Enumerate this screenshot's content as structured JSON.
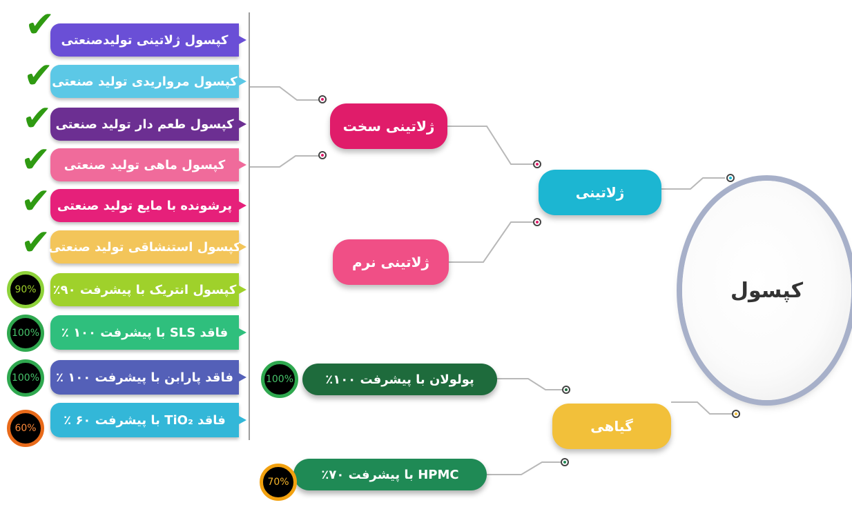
{
  "root": {
    "label": "کپسول"
  },
  "gelatin": {
    "label": "ژلاتینی",
    "hard": {
      "label": "ژلاتینی سخت"
    },
    "soft": {
      "label": "ژلاتینی نرم"
    }
  },
  "herbal": {
    "label": "گیاهی",
    "pullulan": {
      "label": "پولولان با پیشرفت ۱۰۰٪",
      "progress": "100%",
      "color": "#1e6b3c"
    },
    "hpmc": {
      "label": "HPMC با پیشرفت ۷۰٪",
      "progress": "70%",
      "color": "#1f8a55"
    }
  },
  "items": [
    {
      "label": "کپسول ژلاتینی تولیدصنعتی",
      "status": "check",
      "color": "#6a4fd6"
    },
    {
      "label": "کپسول مرواریدی تولید صنعتی",
      "status": "check",
      "color": "#5cc8e6"
    },
    {
      "label": "کپسول طعم دار تولید صنعتی",
      "status": "check",
      "color": "#6c2f92"
    },
    {
      "label": "کپسول ماهی تولید صنعتی",
      "status": "check",
      "color": "#f06b9b"
    },
    {
      "label": "پرشونده با مایع تولید صنعتی",
      "status": "check",
      "color": "#e6207a"
    },
    {
      "label": "کپسول استنشاقی تولید صنعتی",
      "status": "check",
      "color": "#f3c55a"
    },
    {
      "label": "کپسول انتریک با پیشرفت ۹۰٪",
      "status": "progress",
      "progress": "90%",
      "color": "#9fd12b"
    },
    {
      "label": "فاقد SLS با پیشرفت ۱۰۰ ٪",
      "status": "progress",
      "progress": "100%",
      "color": "#2fbf7d"
    },
    {
      "label": "فاقد پارابن  با پیشرفت ۱۰۰ ٪",
      "status": "progress",
      "progress": "100%",
      "color": "#5460b8"
    },
    {
      "label": "فاقد TiO₂ با پیشرفت ۶۰ ٪",
      "status": "progress",
      "progress": "60%",
      "color": "#33b7d8"
    }
  ],
  "colors": {
    "hard_node": "#e01c6a",
    "soft_node": "#f04f86",
    "gelatin_node": "#1cb6d2",
    "herbal_node": "#f2c03a",
    "check": "#2f9a12",
    "circle_ring": "#a7b0c9"
  }
}
